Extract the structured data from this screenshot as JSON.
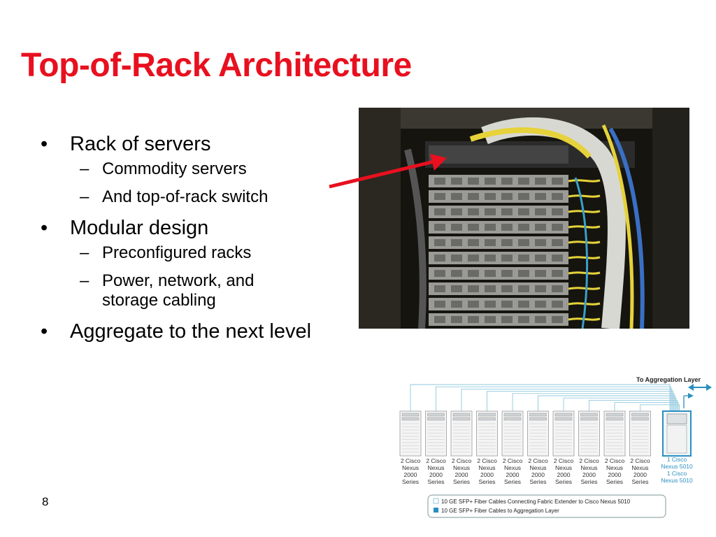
{
  "slide": {
    "title": "Top-of-Rack Architecture",
    "page_number": "8",
    "bullet_char": "•",
    "dash_char": "–",
    "bullets": [
      {
        "text": "Rack of servers",
        "sub": [
          "Commodity servers",
          "And top-of-rack switch"
        ]
      },
      {
        "text": "Modular design",
        "sub": [
          "Preconfigured racks",
          "Power, network, and storage cabling"
        ]
      },
      {
        "text": "Aggregate to the next level",
        "sub": []
      }
    ]
  },
  "diagram": {
    "header": "To Aggregation Layer",
    "rack_labels": [
      "2 Cisco",
      "Nexus",
      "2000",
      "Series"
    ],
    "rack_count": 10,
    "core_labels": [
      "1 Cisco",
      "Nexus 5010",
      "1 Cisco",
      "Nexus 5010"
    ],
    "legend": [
      "10 GE SFP+ Fiber Cables Connecting Fabric Extender to Cisco Nexus 5010",
      "10 GE SFP+ Fiber Cables to Aggregation Layer"
    ]
  },
  "colors": {
    "title": "#e8101f",
    "arrow": "#e8101f",
    "cable_fabric": "#8fc9dd",
    "cable_aggregation": "#2b8fbf"
  }
}
